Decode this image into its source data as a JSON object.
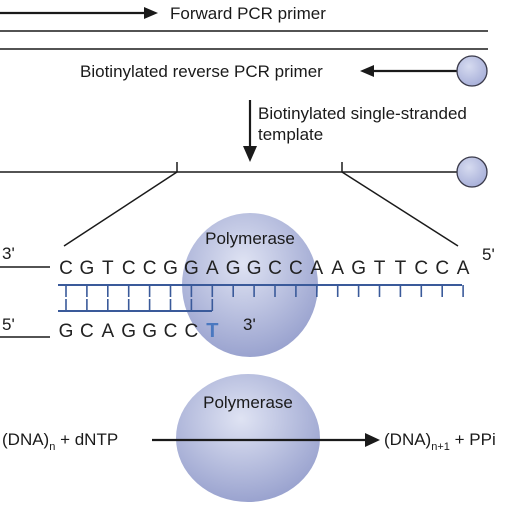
{
  "labels": {
    "forward_primer": "Forward PCR primer",
    "reverse_primer": "Biotinylated reverse PCR primer",
    "template_line1": "Biotinylated single-stranded",
    "template_line2": "template",
    "polymerase_top": "Polymerase",
    "polymerase_bottom": "Polymerase",
    "end_template_left": "3'",
    "end_template_right": "5'",
    "end_primer_left": "5'",
    "end_primer_right": "3'",
    "reaction_left_base": "(DNA)",
    "reaction_left_sub": "n",
    "reaction_left_rest": " + dNTP",
    "reaction_right_base": "(DNA)",
    "reaction_right_sub": "n+1",
    "reaction_right_rest": " + PPi"
  },
  "template_sequence": [
    "C",
    "G",
    "T",
    "C",
    "C",
    "G",
    "G",
    "A",
    "G",
    "G",
    "C",
    "C",
    "A",
    "A",
    "G",
    "T",
    "T",
    "C",
    "C",
    "A"
  ],
  "primer_sequence": [
    "G",
    "C",
    "A",
    "G",
    "G",
    "C",
    "C"
  ],
  "added_base": "T",
  "colors": {
    "polymerase_fill": "#aab2d8",
    "biotin_fill": "#b3bbe0",
    "bond_blue": "#3a5a9a",
    "added_base": "#4a78c0",
    "line": "#1a1a1a"
  }
}
